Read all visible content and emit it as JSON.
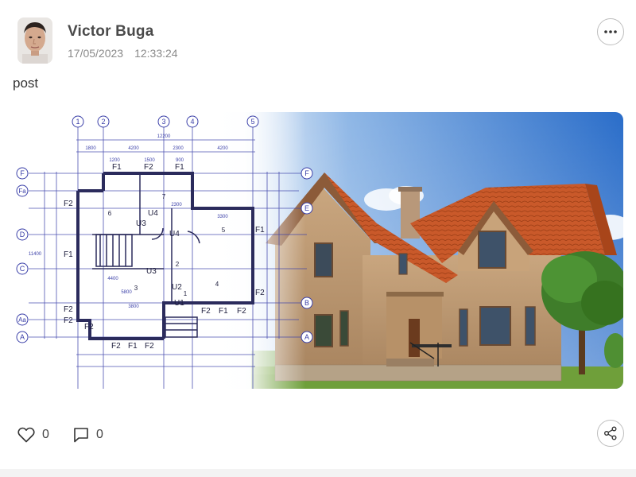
{
  "post": {
    "author_name": "Victor Buga",
    "date": "17/05/2023",
    "time": "12:33:24",
    "text": "post"
  },
  "blueprint": {
    "column_markers": [
      "1",
      "2",
      "3",
      "4",
      "5"
    ],
    "row_markers": [
      "F",
      "Fa",
      "E",
      "D",
      "C",
      "B",
      "Aa",
      "A"
    ],
    "room_labels": [
      "F1",
      "F2",
      "F1",
      "F2",
      "F1",
      "F2",
      "U3",
      "U4",
      "U4",
      "U3",
      "U2",
      "U1",
      "F2",
      "F1",
      "F2",
      "F2",
      "F2",
      "F1",
      "F2",
      "F2",
      "F1",
      "F2"
    ],
    "room_numbers": [
      "6",
      "7",
      "5",
      "3",
      "4",
      "2",
      "1"
    ],
    "dimensions": [
      "12200",
      "1800",
      "4200",
      "2300",
      "4200",
      "1200",
      "1500",
      "900",
      "4400",
      "3800",
      "2300",
      "11400",
      "3300",
      "5800"
    ]
  },
  "actions": {
    "likes": "0",
    "comments": "0"
  },
  "icons": {
    "menu": "more-horizontal-icon",
    "like": "heart-outline-icon",
    "comment": "speech-bubble-icon",
    "share": "share-nodes-icon"
  }
}
